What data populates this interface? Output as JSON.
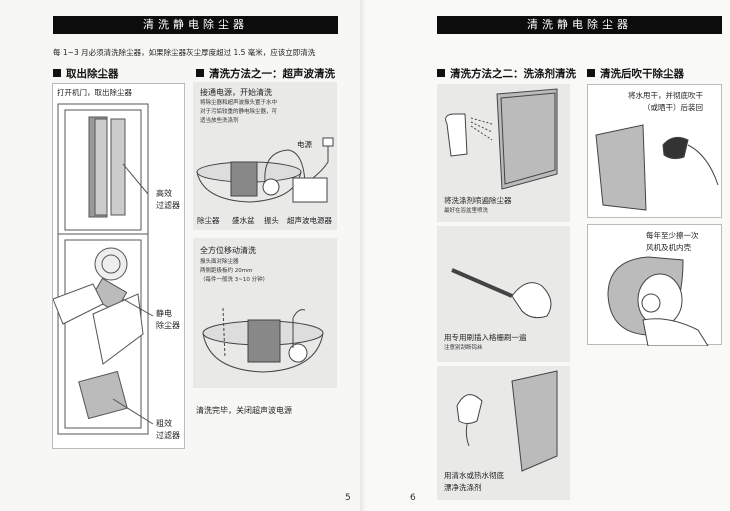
{
  "left_page": {
    "header": "清洗静电除尘器",
    "intro": "每 1~3 月必须清洗除尘器，如果除尘器灰尘厚度超过 1.5 毫米，应该立即清洗",
    "section_remove": {
      "title": "取出除尘器",
      "caption": "打开机门，取出除尘器",
      "labels": [
        "高效\n过滤器",
        "静电\n除尘器",
        "粗效\n过滤器"
      ]
    },
    "section_ultrasonic": {
      "title": "清洗方法之一：超声波清洗",
      "step1": {
        "heading": "接通电源，开始清洗",
        "lines": [
          "将除尘器和超声波振头置于水中",
          "对于污垢较重的静电除尘器，可",
          "适当放些洗涤剂"
        ],
        "power_label": "电源",
        "labels": [
          "除尘器",
          "盛水盆",
          "振头",
          "超声波电源器"
        ]
      },
      "step2": {
        "heading": "全方位移动清洗",
        "lines": [
          "振头面对除尘器",
          "两侧距极板约 20mm",
          "（每件一般洗 3~10 分钟）"
        ]
      },
      "finish": "清洗完毕，关闭超声波电源"
    },
    "page_number": "5"
  },
  "right_page": {
    "header": "清洗静电除尘器",
    "section_detergent": {
      "title": "清洗方法之二：洗涤剂清洗",
      "steps": [
        {
          "heading": "将洗涤剂喷遍除尘器",
          "note": "最好在浴盆里喷洗"
        },
        {
          "heading": "用专用刷插入格栅刷一遍",
          "note": "注意别刮断钨丝"
        },
        {
          "heading": "用清水或热水彻底\n漂净洗涤剂",
          "note": ""
        }
      ]
    },
    "section_dry": {
      "title": "清洗后吹干除尘器",
      "step1": "将水甩干，并彻底吹干\n（或晒干）后装回",
      "step2": "每年至少擦一次\n风机及机内壳"
    },
    "page_number": "6"
  }
}
